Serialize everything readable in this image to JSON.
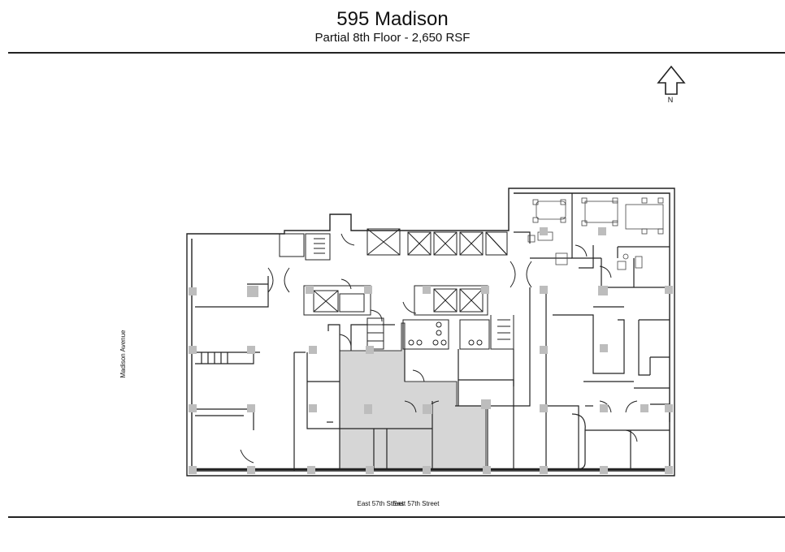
{
  "header": {
    "title": "595 Madison",
    "subtitle": "Partial 8th Floor - 2,650 RSF"
  },
  "compass": {
    "label": "N",
    "icon": "north-arrow-icon"
  },
  "streets": {
    "west": "Madison Avenue",
    "south_a": "East 57th Street",
    "south_b": "East 57th Street"
  },
  "colors": {
    "line": "#222222",
    "highlight": "#d6d6d6",
    "column": "#bdbdbd"
  }
}
